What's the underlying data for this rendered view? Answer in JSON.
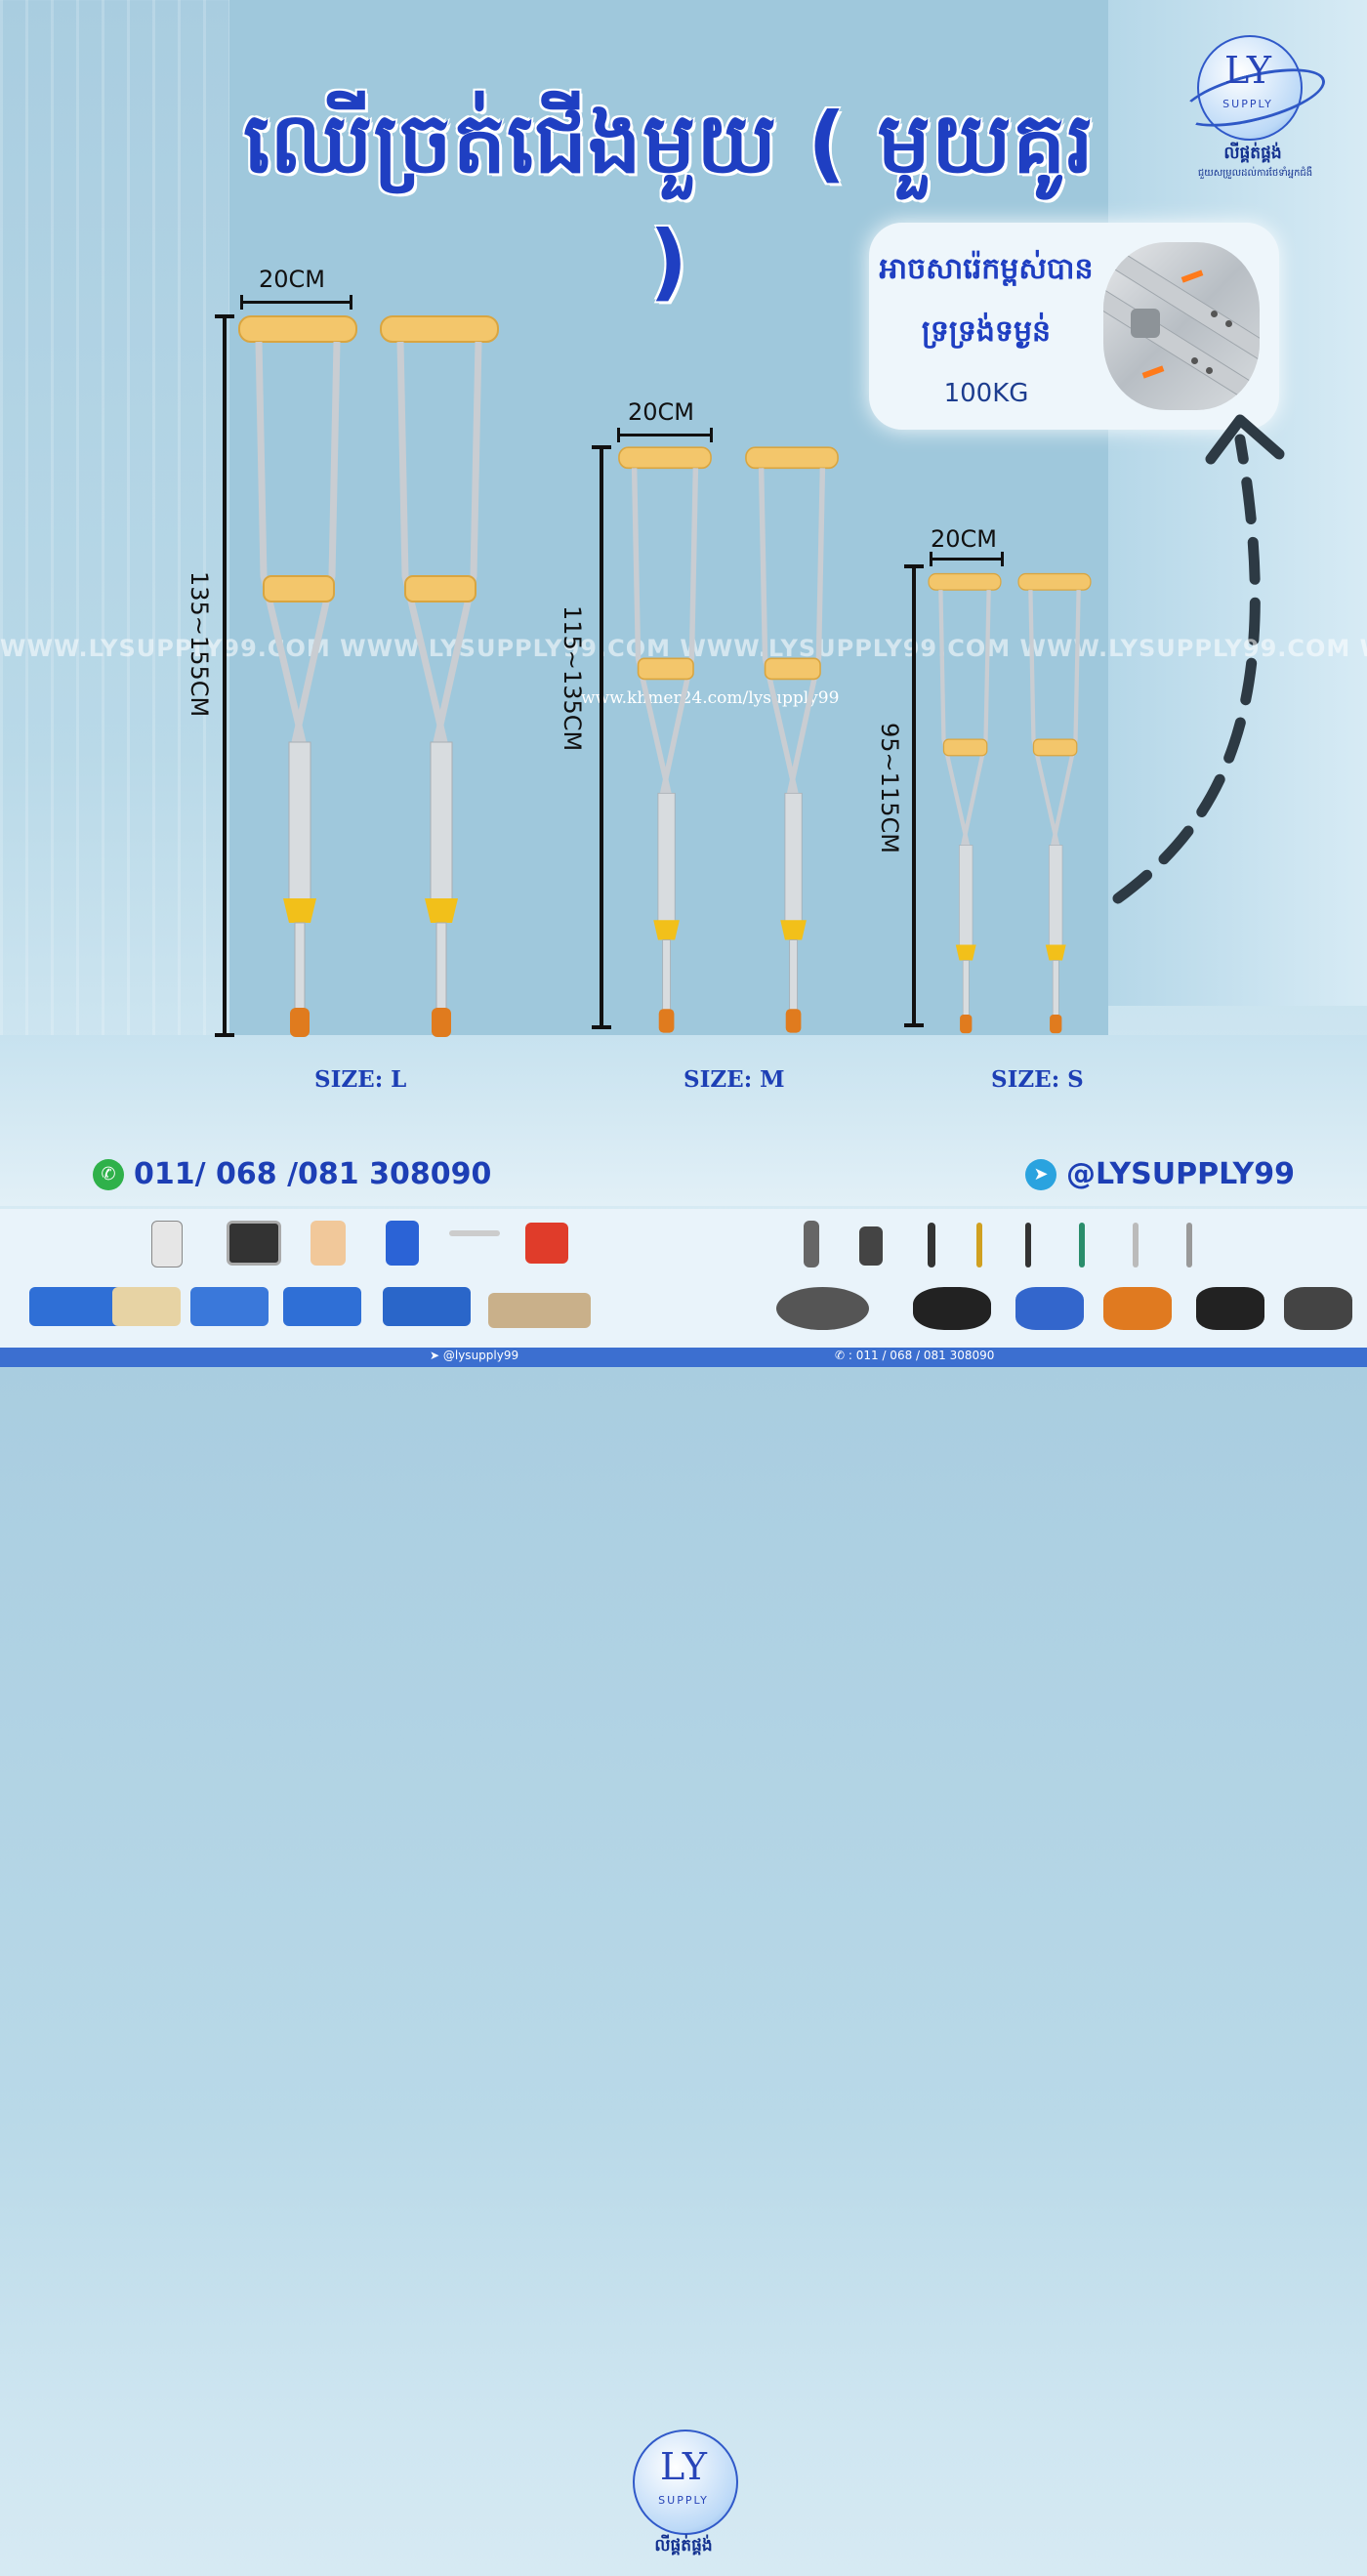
{
  "title": "ឈើច្រត់ជើងមួយ ( មួយគូរ )",
  "logo": {
    "brand": "LY",
    "sub": "SUPPLY",
    "khmer_name": "លីផ្គត់ផ្គង់",
    "tagline": "ជួយសម្រួលដល់ការថែទាំអ្នកជំងឺ"
  },
  "feature": {
    "line1": "អាចសារ៉េកម្ពស់បាន",
    "line2": "ទ្រទ្រង់ទម្ងន់",
    "weight": "100KG"
  },
  "watermark": "WWW.LYSUPPLY99.COM  WWW.LYSUPPLY99.COM  WWW.LYSUPPLY99.COM  WWW.LYSUPPLY99.COM  WWW.LYSUPPLY99",
  "watermark_url": "www.khmer24.com/lysupply99",
  "sizes": [
    {
      "label": "SIZE: L",
      "width": "20CM",
      "height": "135~155CM"
    },
    {
      "label": "SIZE: M",
      "width": "20CM",
      "height": "115~135CM"
    },
    {
      "label": "SIZE: S",
      "width": "20CM",
      "height": "95~115CM"
    }
  ],
  "contact": {
    "phone": "011/ 068 /081 308090",
    "telegram": "@LYSUPPLY99"
  },
  "footer": {
    "left": "@lysupply99",
    "right": ": 011 / 068 / 081 308090"
  },
  "colors": {
    "title": "#1f3fc2",
    "pad": "#f3c66b",
    "tip": "#e07b1e",
    "foot": "#f2c01a"
  }
}
